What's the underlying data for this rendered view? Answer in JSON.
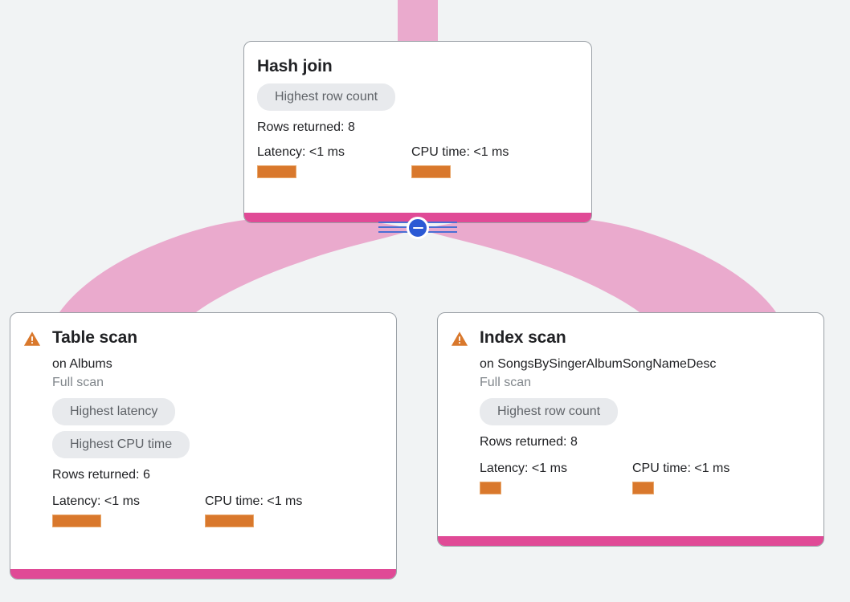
{
  "canvas": {
    "background_color": "#f1f3f4",
    "accent_color": "#e04a96",
    "edge_color": "#eaaacd",
    "metric_bar_color": "#d9782c",
    "warning_icon_color": "#d9782c",
    "toggle_color": "#2b59d4"
  },
  "collapse_toggle": {
    "icon": "minus-icon",
    "state": "expanded"
  },
  "nodes": [
    {
      "id": "hash-join",
      "title": "Hash join",
      "subtitle": "",
      "detail": "",
      "has_warning": false,
      "chips": [
        "Highest row count"
      ],
      "rows_returned": "Rows returned: 8",
      "metrics": [
        {
          "label": "Latency: <1 ms"
        },
        {
          "label": "CPU time: <1 ms"
        }
      ]
    },
    {
      "id": "table-scan",
      "title": "Table scan",
      "subtitle": "on Albums",
      "detail": "Full scan",
      "has_warning": true,
      "chips": [
        "Highest latency",
        "Highest CPU time"
      ],
      "rows_returned": "Rows returned: 6",
      "metrics": [
        {
          "label": "Latency: <1 ms"
        },
        {
          "label": "CPU time: <1 ms"
        }
      ]
    },
    {
      "id": "index-scan",
      "title": "Index scan",
      "subtitle": "on SongsBySingerAlbumSongNameDesc",
      "detail": "Full scan",
      "has_warning": true,
      "chips": [
        "Highest row count"
      ],
      "rows_returned": "Rows returned: 8",
      "metrics": [
        {
          "label": "Latency: <1 ms"
        },
        {
          "label": "CPU time: <1 ms"
        }
      ]
    }
  ]
}
